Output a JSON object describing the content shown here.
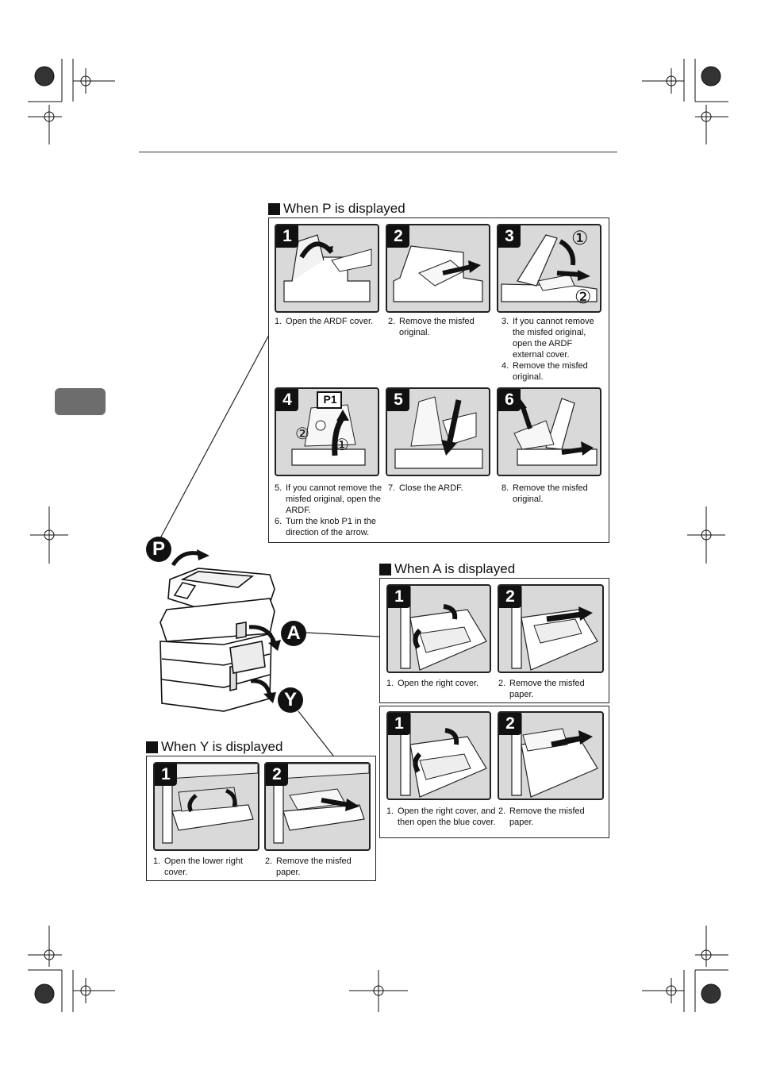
{
  "sections": {
    "p": {
      "title": "When P is displayed",
      "steps": [
        {
          "num": "1"
        },
        {
          "num": "2"
        },
        {
          "num": "3"
        },
        {
          "num": "4",
          "knob_label": "P1"
        },
        {
          "num": "5"
        },
        {
          "num": "6"
        }
      ],
      "captions": [
        {
          "items": [
            {
              "n": "1.",
              "t": "Open the ARDF cover."
            }
          ]
        },
        {
          "items": [
            {
              "n": "2.",
              "t": "Remove the misfed original."
            }
          ]
        },
        {
          "items": [
            {
              "n": "3.",
              "t": "If you cannot remove the misfed original, open the ARDF external cover."
            },
            {
              "n": "4.",
              "t": "Remove the misfed original."
            }
          ]
        },
        {
          "items": [
            {
              "n": "5.",
              "t": "If you cannot remove the misfed original, open the ARDF."
            },
            {
              "n": "6.",
              "t": "Turn the knob P1 in the direction of the arrow."
            }
          ]
        },
        {
          "items": [
            {
              "n": "7.",
              "t": "Close the ARDF."
            }
          ]
        },
        {
          "items": [
            {
              "n": "8.",
              "t": "Remove the misfed original."
            }
          ]
        }
      ]
    },
    "a": {
      "title": "When A is displayed",
      "upper": {
        "steps": [
          {
            "num": "1"
          },
          {
            "num": "2"
          }
        ],
        "captions": [
          {
            "items": [
              {
                "n": "1.",
                "t": "Open the right cover."
              }
            ]
          },
          {
            "items": [
              {
                "n": "2.",
                "t": "Remove the misfed paper."
              }
            ]
          }
        ]
      },
      "lower": {
        "steps": [
          {
            "num": "1"
          },
          {
            "num": "2"
          }
        ],
        "captions": [
          {
            "items": [
              {
                "n": "1.",
                "t": "Open the right cover, and then open the blue cover."
              }
            ]
          },
          {
            "items": [
              {
                "n": "2.",
                "t": "Remove the misfed paper."
              }
            ]
          }
        ]
      }
    },
    "y": {
      "title": "When Y is displayed",
      "steps": [
        {
          "num": "1"
        },
        {
          "num": "2"
        }
      ],
      "captions": [
        {
          "items": [
            {
              "n": "1.",
              "t": "Open the lower right cover."
            }
          ]
        },
        {
          "items": [
            {
              "n": "2.",
              "t": "Remove the misfed paper."
            }
          ]
        }
      ]
    }
  },
  "callouts": {
    "p": "P",
    "a": "A",
    "y": "Y"
  },
  "circled": {
    "one": "①",
    "two": "②"
  }
}
